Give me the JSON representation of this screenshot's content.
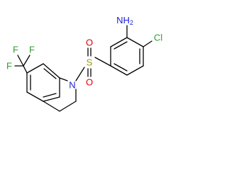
{
  "molecule": {
    "atom_labels": {
      "amine": "NH",
      "amine_subscript": "2",
      "chlorine": "Cl",
      "sulfur": "S",
      "oxygen_top": "O",
      "oxygen_bottom": "O",
      "ring_nitrogen": "N",
      "fluorine_top_left": "F",
      "fluorine_top_right": "F",
      "fluorine_left": "F"
    },
    "colors": {
      "bond": "#000000",
      "sulfur": "#9a9a00",
      "oxygen": "#e00000",
      "nitrogen": "#1c1cd6",
      "halogen": "#2f9e2f"
    }
  }
}
